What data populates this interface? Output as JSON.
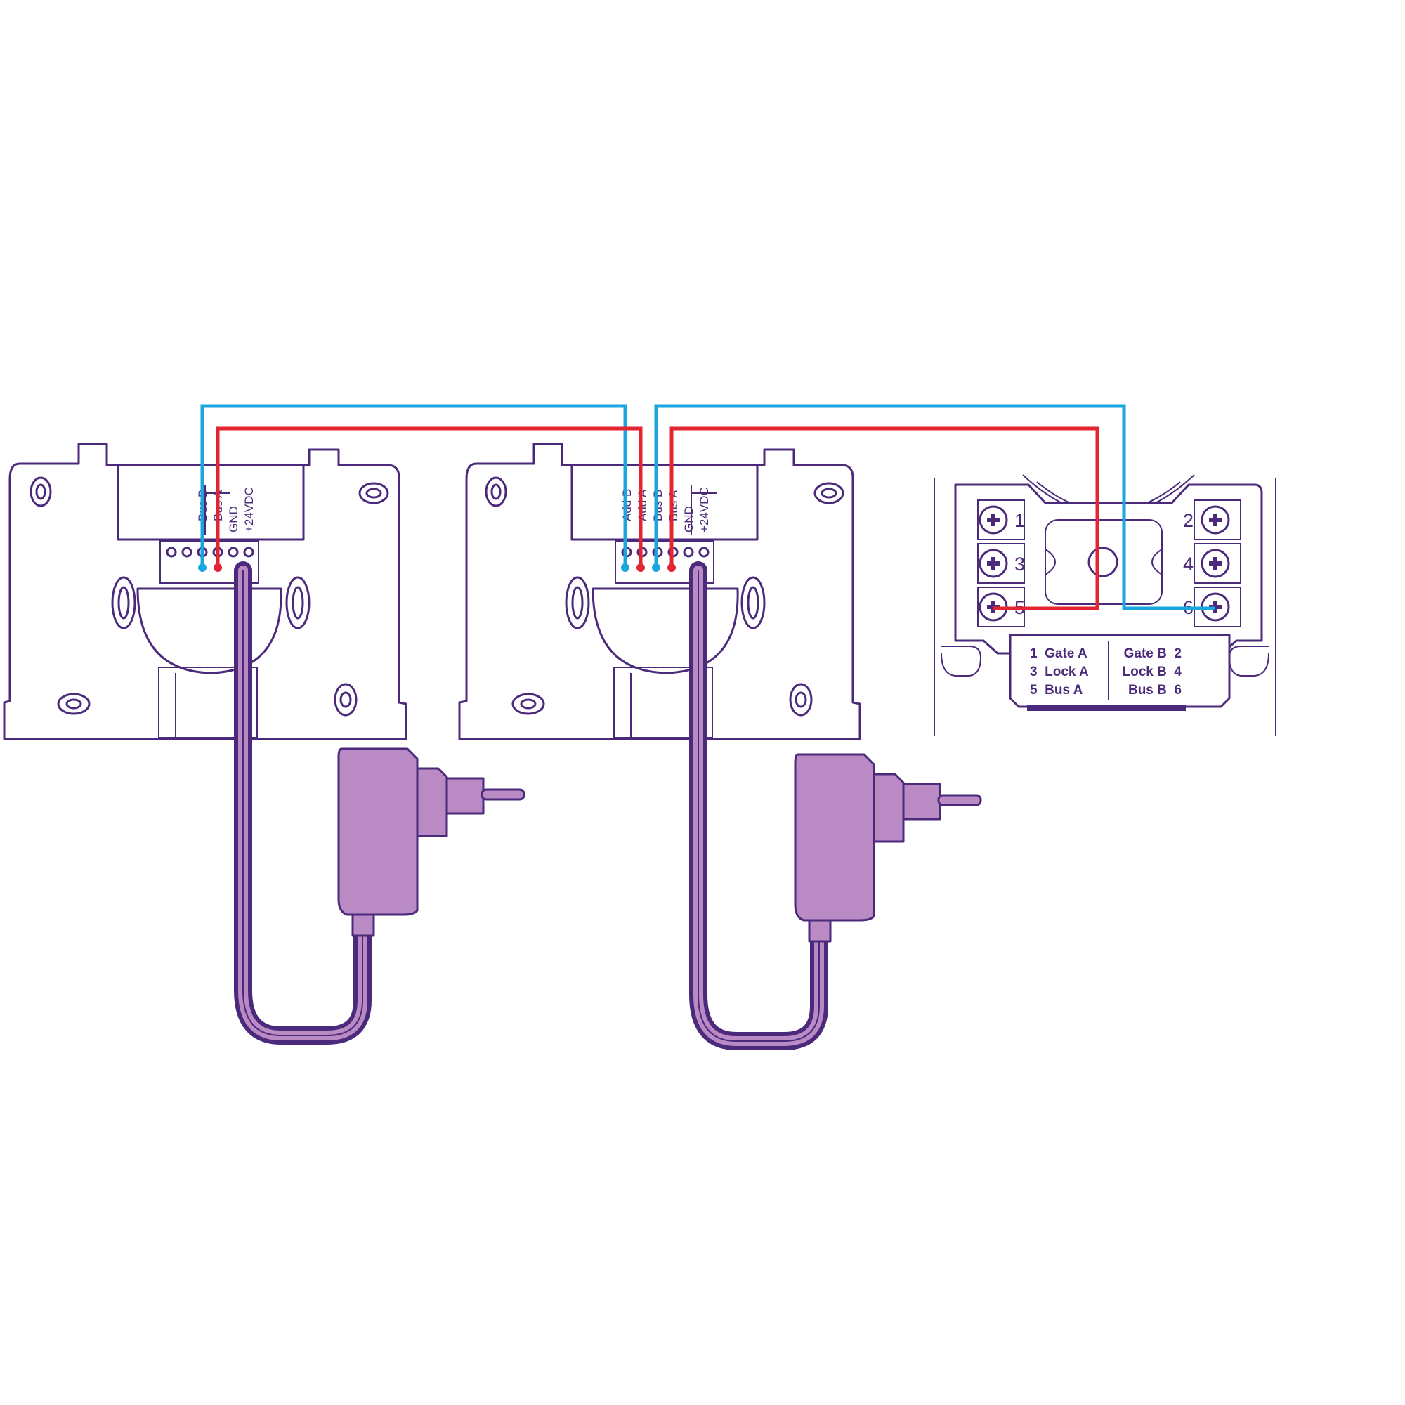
{
  "monitor_1": {
    "terminals": [
      "Bus B",
      "Bus A",
      "GND",
      "+24VDC"
    ]
  },
  "monitor_2": {
    "terminals": [
      "Add B",
      "Add A",
      "Bus B",
      "Bus A",
      "GND",
      "+24VDC"
    ]
  },
  "outdoor_panel": {
    "screw_numbers": [
      "1",
      "3",
      "5",
      "2",
      "4",
      "6"
    ],
    "legend_left": [
      "1  Gate A",
      "3  Lock A",
      "5  Bus A"
    ],
    "legend_right": [
      "Gate B  2",
      "Lock B  4",
      "Bus B  6"
    ]
  },
  "colors": {
    "wire_blue": "#1aa6df",
    "wire_red": "#e32431",
    "outline": "#4b2a7b",
    "adapter_fill": "#b98ac4"
  }
}
